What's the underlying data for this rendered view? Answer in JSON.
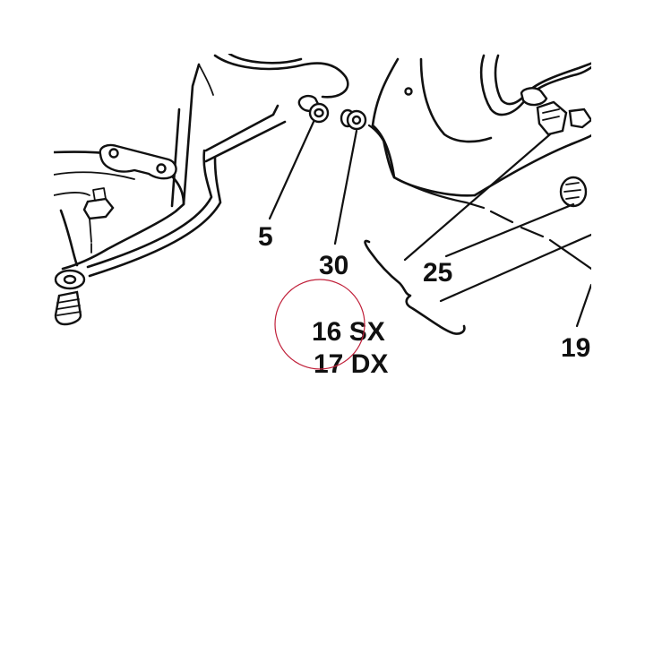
{
  "callouts": {
    "c5": "5",
    "c30": "30",
    "c25": "25",
    "c19": "19",
    "c16": "16 SX",
    "c17": "17 DX"
  },
  "colors": {
    "ink": "#111111",
    "highlight_circle": "#c0203a",
    "background": "#ffffff"
  }
}
